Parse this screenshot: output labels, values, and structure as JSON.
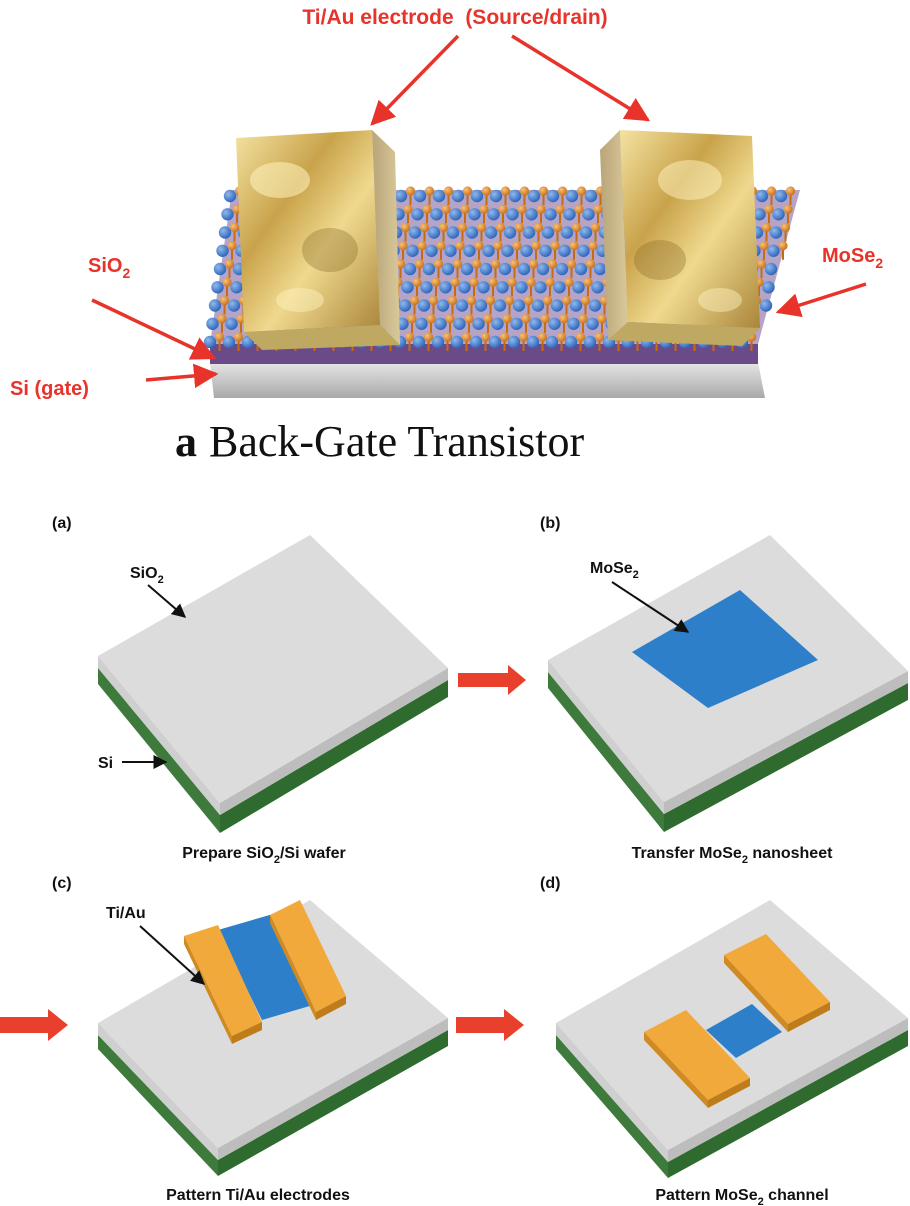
{
  "top_figure": {
    "caption_letter": "a",
    "caption_text": "Back-Gate Transistor",
    "labels": {
      "electrode": "Ti/Au electrode  (Source/drain)",
      "sio2_main": "SiO",
      "sio2_sub": "2",
      "mose2_main": "MoSe",
      "mose2_sub": "2",
      "si_gate": "Si (gate)"
    }
  },
  "steps": [
    {
      "id": "(a)",
      "layer_label_main": "SiO",
      "layer_label_sub": "2",
      "extra_label": "Si",
      "caption_parts": [
        "Prepare SiO",
        "2",
        "/Si wafer"
      ]
    },
    {
      "id": "(b)",
      "layer_label_main": "MoSe",
      "layer_label_sub": "2",
      "caption_parts": [
        "Transfer MoSe",
        "2",
        " nanosheet"
      ]
    },
    {
      "id": "(c)",
      "layer_label_main": "Ti/Au",
      "caption_parts": [
        "Pattern Ti/Au electrodes"
      ]
    },
    {
      "id": "(d)",
      "caption_parts": [
        "Pattern MoSe",
        "2",
        " channel"
      ]
    }
  ],
  "colors": {
    "annotation_red": "#e8332a",
    "arrow_red": "#e8402c",
    "wafer_top": "#d9d9d9",
    "wafer_side": "#c4c4c4",
    "si_green": "#3d7a3c",
    "mose2_blue": "#2e7fc9",
    "tiau_orange": "#f2a93b",
    "sio2_purple": "#6b4a8a",
    "atom_blue": "#3a78d0",
    "atom_orange": "#e88a25",
    "gold": "#d4b463"
  }
}
